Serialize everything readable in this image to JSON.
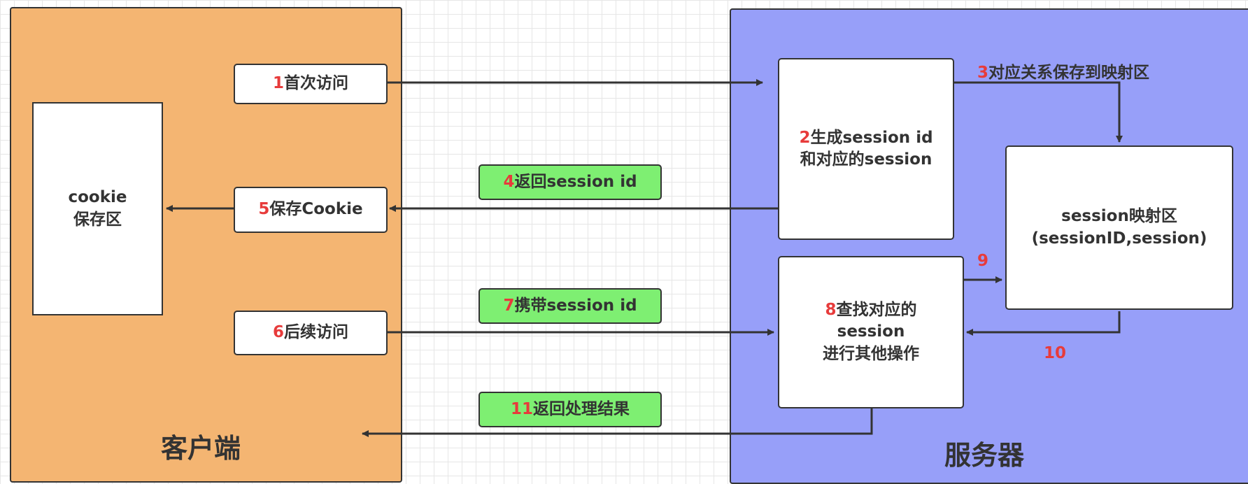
{
  "client": {
    "title": "客户端",
    "cookie_store": [
      "cookie",
      "保存区"
    ]
  },
  "server": {
    "title": "服务器"
  },
  "steps": {
    "s1": {
      "num": "1",
      "text": "首次访问"
    },
    "s2": {
      "num": "2",
      "text": [
        "生成session id",
        "和对应的session"
      ]
    },
    "s3": {
      "num": "3",
      "text": "对应关系保存到映射区"
    },
    "s4": {
      "num": "4",
      "text": "返回session id"
    },
    "s5": {
      "num": "5",
      "text": "保存Cookie"
    },
    "s6": {
      "num": "6",
      "text": "后续访问"
    },
    "s7": {
      "num": "7",
      "text": "携带session id"
    },
    "s8": {
      "num": "8",
      "text": [
        "查找对应的",
        "session",
        "进行其他操作"
      ]
    },
    "s9": {
      "num": "9"
    },
    "s10": {
      "num": "10"
    },
    "s11": {
      "num": "11",
      "text": "返回处理结果"
    }
  },
  "session_map": [
    "session映射区",
    "(sessionID,session)"
  ],
  "colors": {
    "client_bg": "#f4b572",
    "server_bg": "#979ff9",
    "label_bg": "#7eef72",
    "step_number": "#e73b3b"
  }
}
